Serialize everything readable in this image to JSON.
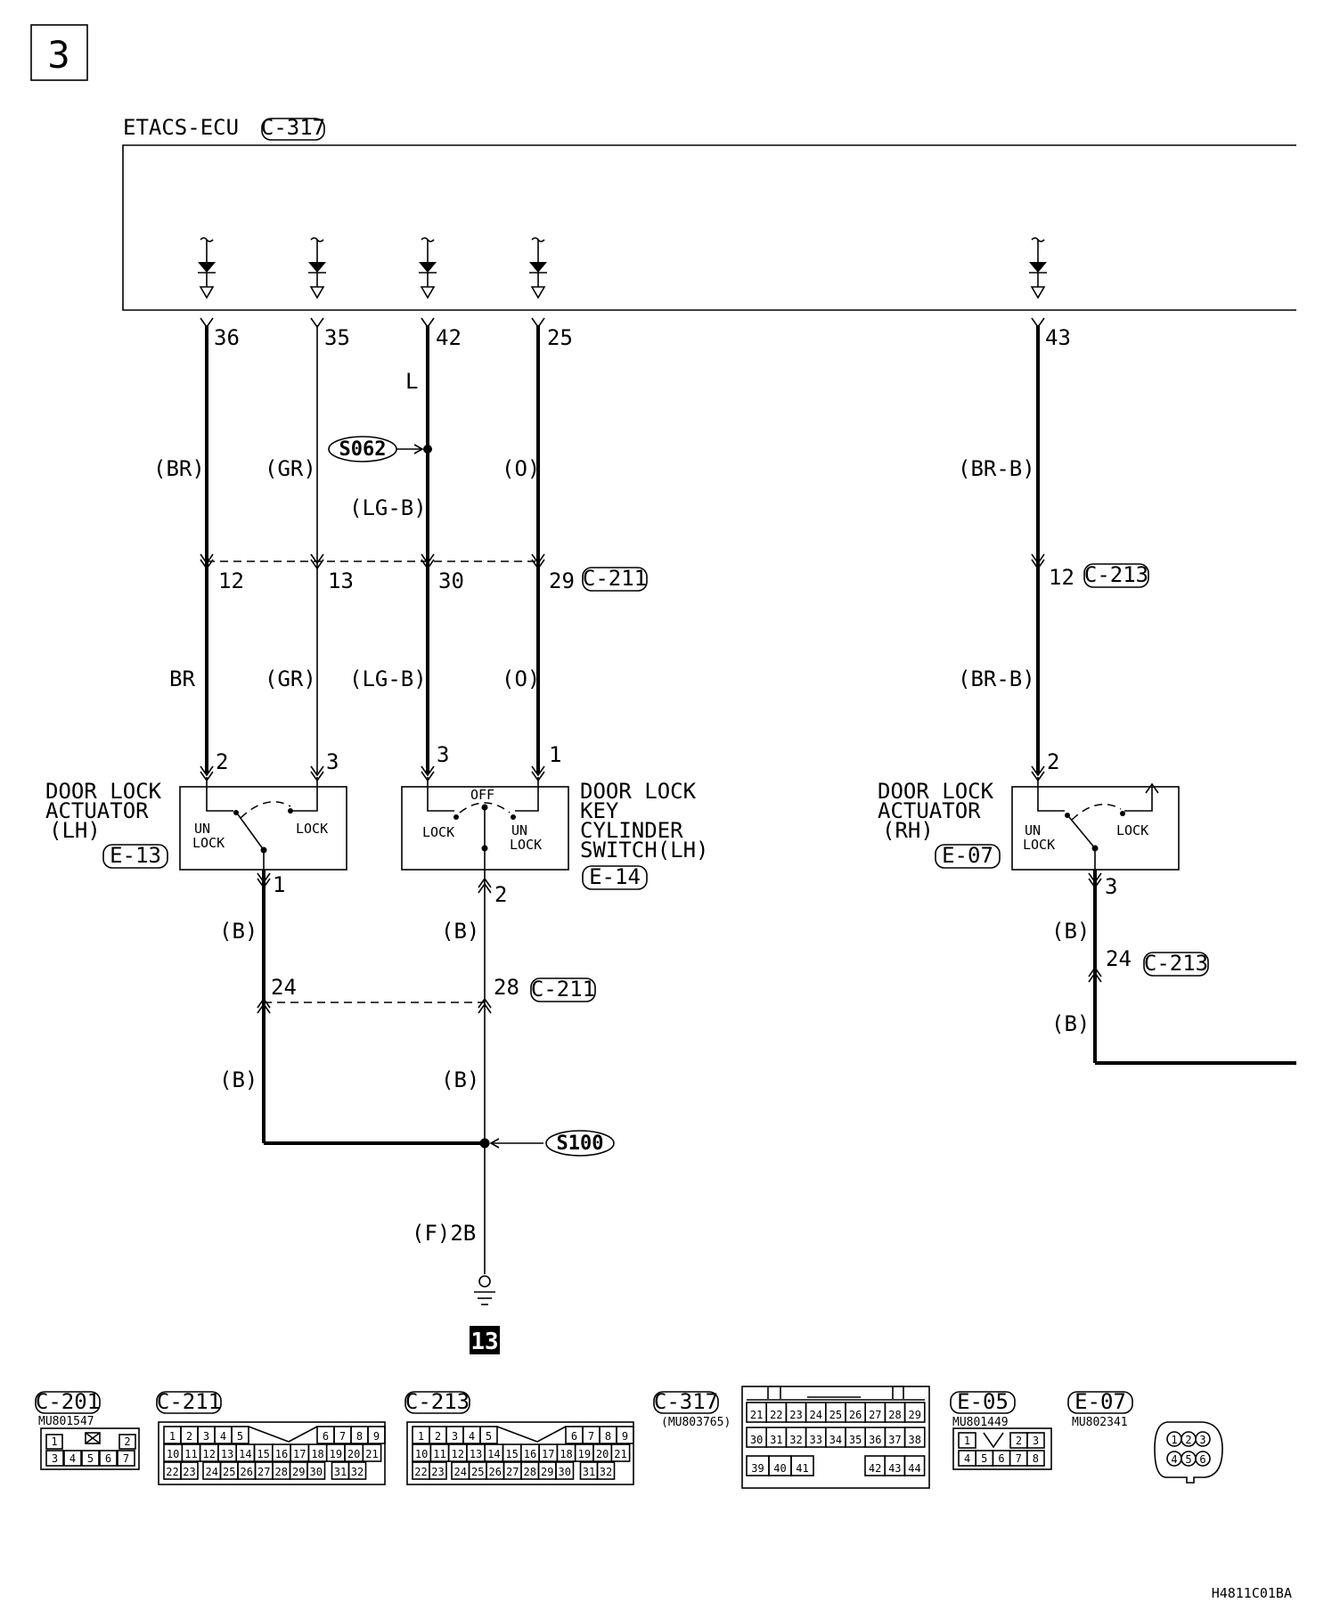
{
  "page_number": "3",
  "ecu": {
    "label": "ETACS-ECU",
    "connector": "C-317"
  },
  "ecu_pins": [
    "36",
    "35",
    "42",
    "25",
    "43"
  ],
  "wires": {
    "br_upper": "(BR)",
    "gr_upper": "(GR)",
    "lgb_upper": "(LG-B)",
    "o_upper": "(O)",
    "brb_upper": "(BR-B)",
    "br_lower": "BR",
    "gr_lower": "(GR)",
    "lgb_lower": "(LG-B)",
    "o_lower": "(O)",
    "brb_lower": "(BR-B)",
    "l_label": "L",
    "b1": "(B)",
    "b2": "(B)",
    "b3": "(B)",
    "b4": "(B)",
    "b5": "(B)",
    "b6": "(B)",
    "f2b": "(F)2B"
  },
  "splices": {
    "s062": "S062",
    "s100": "S100"
  },
  "c211_pins": [
    "12",
    "13",
    "30",
    "29"
  ],
  "c211_label": "C-211",
  "c213_pin_top": "12",
  "c213_label": "C-213",
  "c213_pin_bottom": "24",
  "c211_pins_bottom": [
    "24",
    "28"
  ],
  "lh_actuator": {
    "line1": "DOOR LOCK",
    "line2": "ACTUATOR",
    "line3": "(LH)",
    "connector": "E-13",
    "pin_a": "2",
    "pin_b": "3",
    "pin_out": "1",
    "unlock1": "UN",
    "unlock2": "LOCK",
    "lock": "LOCK"
  },
  "key_cylinder": {
    "line1": "DOOR LOCK",
    "line2": "KEY",
    "line3": "CYLINDER",
    "line4": "SWITCH(LH)",
    "connector": "E-14",
    "pin_a": "3",
    "pin_b": "1",
    "pin_out": "2",
    "off": "OFF",
    "lock": "LOCK",
    "unlock1": "UN",
    "unlock2": "LOCK"
  },
  "rh_actuator": {
    "line1": "DOOR LOCK",
    "line2": "ACTUATOR",
    "line3": "(RH)",
    "connector": "E-07",
    "pin_a": "2",
    "pin_out": "3",
    "unlock1": "UN",
    "unlock2": "LOCK",
    "lock": "LOCK"
  },
  "ground": {
    "label": "13"
  },
  "connector_views": {
    "c201": {
      "label": "C-201",
      "part": "MU801547",
      "row1": [
        "1",
        "2"
      ],
      "row2": [
        "3",
        "4",
        "5",
        "6",
        "7"
      ]
    },
    "c211": {
      "label": "C-211",
      "row1": [
        "1",
        "2",
        "3",
        "4",
        "5",
        "6",
        "7",
        "8",
        "9"
      ],
      "row2": [
        "10",
        "11",
        "12",
        "13",
        "14",
        "15",
        "16",
        "17",
        "18",
        "19",
        "20",
        "21"
      ],
      "row3": [
        "22",
        "23",
        "24",
        "25",
        "26",
        "27",
        "28",
        "29",
        "30",
        "31",
        "32"
      ]
    },
    "c213": {
      "label": "C-213",
      "row1": [
        "1",
        "2",
        "3",
        "4",
        "5",
        "6",
        "7",
        "8",
        "9"
      ],
      "row2": [
        "10",
        "11",
        "12",
        "13",
        "14",
        "15",
        "16",
        "17",
        "18",
        "19",
        "20",
        "21"
      ],
      "row3": [
        "22",
        "23",
        "24",
        "25",
        "26",
        "27",
        "28",
        "29",
        "30",
        "31",
        "32"
      ]
    },
    "c317": {
      "label": "C-317",
      "part": "(MU803765)",
      "row1": [
        "21",
        "22",
        "23",
        "24",
        "25",
        "26",
        "27",
        "28",
        "29"
      ],
      "row2": [
        "30",
        "31",
        "32",
        "33",
        "34",
        "35",
        "36",
        "37",
        "38"
      ],
      "row3": [
        "39",
        "40",
        "41",
        "42",
        "43",
        "44"
      ]
    },
    "e05": {
      "label": "E-05",
      "part": "MU801449",
      "row1": [
        "1",
        "2",
        "3"
      ],
      "row2": [
        "4",
        "5",
        "6",
        "7",
        "8"
      ]
    },
    "e07": {
      "label": "E-07",
      "part": "MU802341",
      "pins": [
        "1",
        "2",
        "3",
        "4",
        "5",
        "6"
      ]
    }
  },
  "figure_code": "H4811C01BA"
}
